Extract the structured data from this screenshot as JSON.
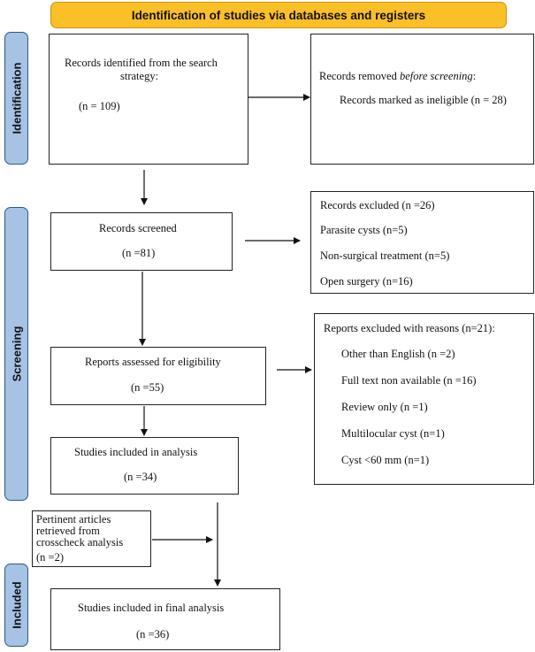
{
  "colors": {
    "banner": "#fbbf28",
    "phase": "#a6c3e6"
  },
  "banner": {
    "title": "Identification of studies via databases and registers"
  },
  "phases": {
    "identification": "Identification",
    "screening": "Screening",
    "included": "Included"
  },
  "identified": {
    "line1": "Records identified from the search",
    "line2": "strategy:",
    "count": "(n = 109)"
  },
  "removed": {
    "prefix": "Records removed ",
    "emphasis": "before screening",
    "suffix": ":",
    "detail": "Records marked as ineligible (n = 28)"
  },
  "screened": {
    "label": "Records screened",
    "count": "(n =81)"
  },
  "excluded": {
    "items": [
      "Records excluded (n =26)",
      "Parasite cysts (n=5)",
      "Non-surgical treatment (n=5)",
      "Open surgery (n=16)"
    ]
  },
  "eligibility": {
    "label": "Reports assessed for eligibility",
    "count": "(n =55)"
  },
  "reports_excluded": {
    "heading": "Reports excluded with reasons (n=21):",
    "items": [
      "Other than English (n =2)",
      "Full text non available (n =16)",
      "Review only (n =1)",
      "Multilocular cyst (n=1)",
      "Cyst <60 mm (n=1)"
    ]
  },
  "analysis": {
    "label": "Studies included in analysis",
    "count": "(n =34)"
  },
  "pertinent": {
    "line1": "Pertinent articles",
    "line2": "retrieved from",
    "line3": "crosscheck analysis",
    "count": "(n =2)"
  },
  "final": {
    "label": "Studies included in final analysis",
    "count": "(n =36)"
  }
}
